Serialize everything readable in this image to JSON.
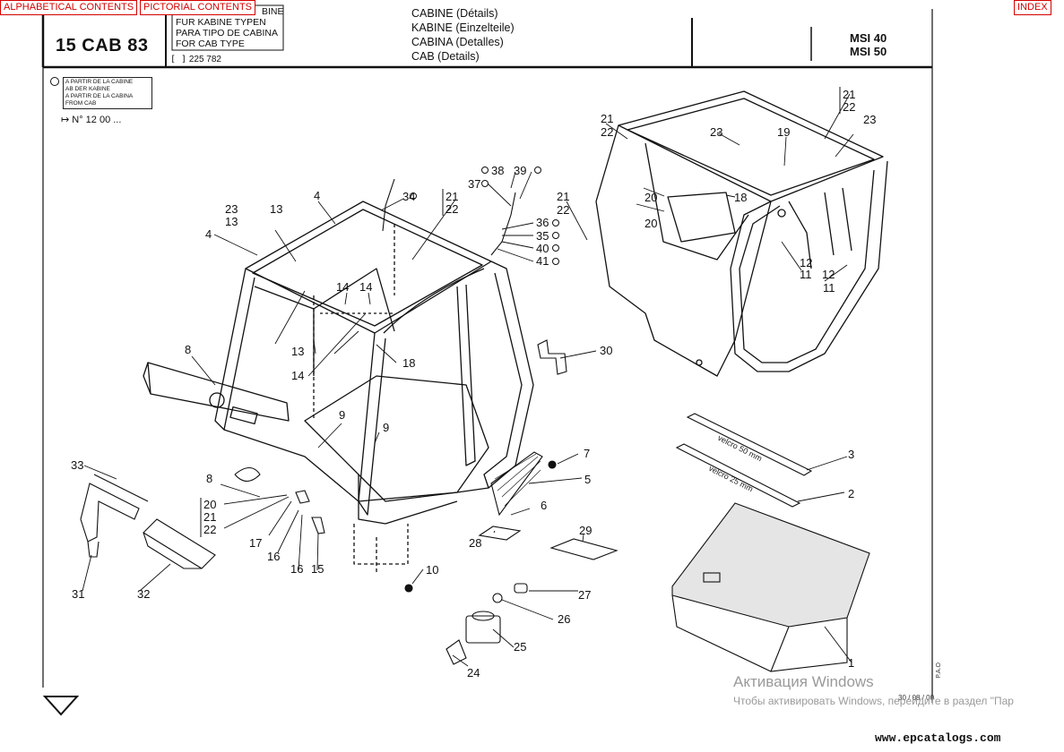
{
  "nav": {
    "alphabetical": "ALPHABETICAL CONTENTS",
    "pictorial": "PICTORIAL CONTENTS",
    "index": "INDEX"
  },
  "header": {
    "code": "15 CAB 83",
    "lang_lines": [
      "BINE",
      "FUR KABINE TYPEN",
      "PARA TIPO DE CABINA",
      "FOR CAB TYPE"
    ],
    "ref": "225 782",
    "title_lines": [
      "CABINE (Détails)",
      "KABINE (Einzelteile)",
      "CABINA (Detalles)",
      "CAB (Details)"
    ],
    "models": [
      "MSI 40",
      "MSI 50"
    ]
  },
  "note": {
    "lines": [
      "A PARTIR DE LA CABINE",
      "AB DER KABINE",
      "A PARTIR DE LA CABINA",
      "FROM CAB"
    ],
    "from_no": "↦ N° 12 00 ..."
  },
  "parts": {
    "p1": "1",
    "p2": "2",
    "p3": "3",
    "p4": "4",
    "p5": "5",
    "p6": "6",
    "p7": "7",
    "p8": "8",
    "p9": "9",
    "p10": "10",
    "p11": "11",
    "p12": "12",
    "p13": "13",
    "p14": "14",
    "p15": "15",
    "p16": "16",
    "p17": "17",
    "p18": "18",
    "p19": "19",
    "p20": "20",
    "p21": "21",
    "p22": "22",
    "p23": "23",
    "p24": "24",
    "p25": "25",
    "p26": "26",
    "p27": "27",
    "p28": "28",
    "p29": "29",
    "p30": "30",
    "p31": "31",
    "p32": "32",
    "p33": "33",
    "p34": "34",
    "p35": "35",
    "p36": "36",
    "p37": "37",
    "p38": "38",
    "p39": "39",
    "p40": "40",
    "p41": "41"
  },
  "strip_labels": {
    "velcro50": "velcro 50 mm",
    "velcro25": "velcro 25 mm"
  },
  "footer": {
    "date": "30 / 08 / 00",
    "side": "P.A.O",
    "activation_title": "Активация Windows",
    "activation_text": "Чтобы активировать Windows, перейдите в раздел \"Пар",
    "site": "www.epcatalogs.com"
  }
}
